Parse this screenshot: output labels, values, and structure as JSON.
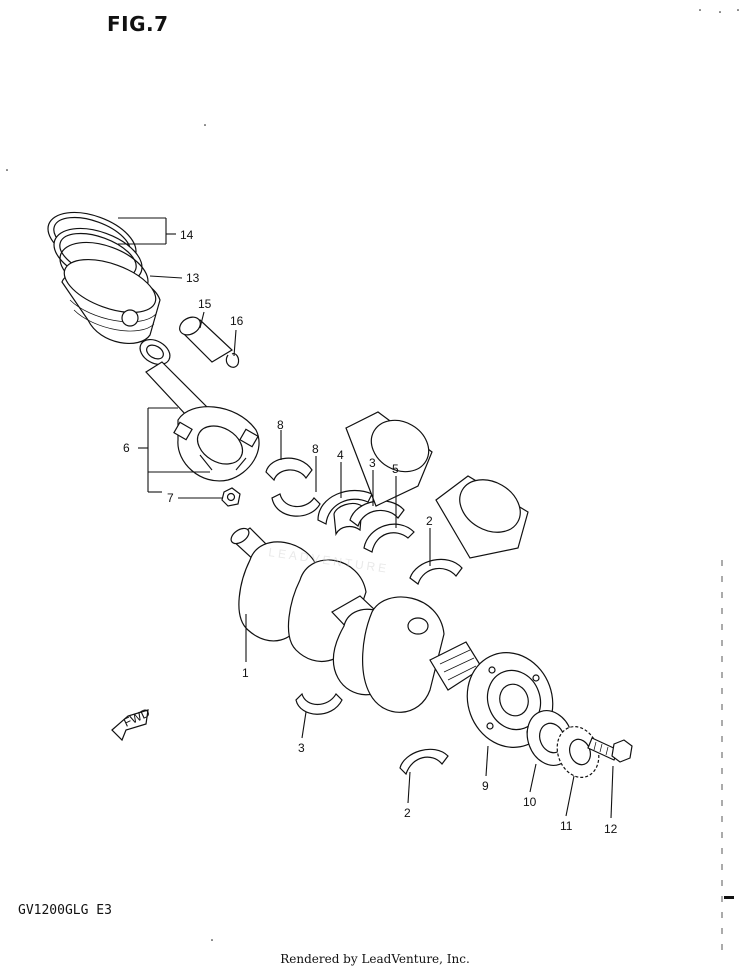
{
  "figure_title": "FIG.7",
  "model_code": "GV1200GLG  E3",
  "footer": "Rendered by LeadVenture, Inc.",
  "watermark": "LEADVENTURE",
  "direction_arrow_label": "FWD",
  "parts": [
    {
      "number": "14",
      "part": "piston-rings"
    },
    {
      "number": "13",
      "part": "piston"
    },
    {
      "number": "15",
      "part": "piston-pin"
    },
    {
      "number": "16",
      "part": "circlip"
    },
    {
      "number": "6",
      "part": "connecting-rod"
    },
    {
      "number": "7",
      "part": "nut"
    },
    {
      "number": "8",
      "part": "conrod-bearing"
    },
    {
      "number": "8",
      "part": "conrod-bearing"
    },
    {
      "number": "4",
      "part": "thrust-bearing"
    },
    {
      "number": "3",
      "part": "crankshaft-bearing"
    },
    {
      "number": "5",
      "part": "thrust-bearing"
    },
    {
      "number": "2",
      "part": "crankshaft-bearing"
    },
    {
      "number": "1",
      "part": "crankshaft"
    },
    {
      "number": "3",
      "part": "crankshaft-bearing"
    },
    {
      "number": "2",
      "part": "crankshaft-bearing"
    },
    {
      "number": "9",
      "part": "primary-drive-gear"
    },
    {
      "number": "10",
      "part": "gear"
    },
    {
      "number": "11",
      "part": "sprocket"
    },
    {
      "number": "12",
      "part": "bolt"
    }
  ]
}
